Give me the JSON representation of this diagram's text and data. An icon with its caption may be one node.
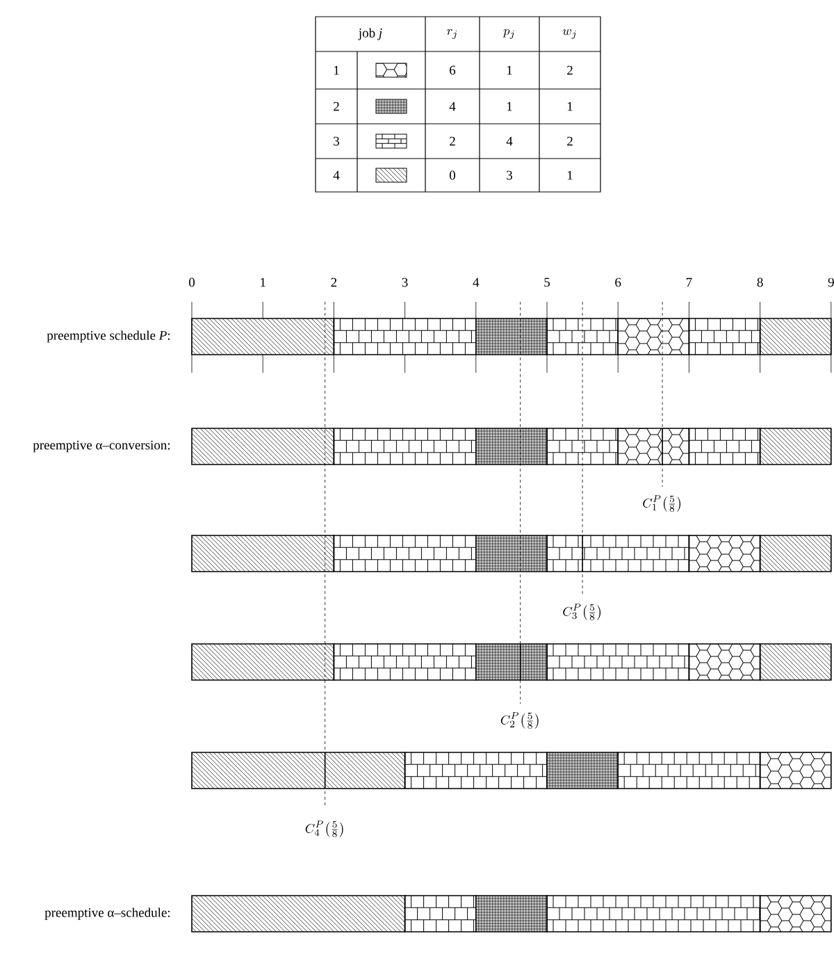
{
  "diagram": {
    "labels": [
      "job *j*",
      "r_j",
      "p_j",
      "w_j",
      "1",
      "6",
      "1",
      "2",
      "2",
      "4",
      "1",
      "1",
      "3",
      "2",
      "4",
      "2",
      "4",
      "0",
      "3",
      "1",
      "0",
      "1",
      "2",
      "3",
      "4",
      "5",
      "6",
      "7",
      "8",
      "9",
      "preemptive schedule *P*:",
      "preemptive α–conversion:",
      "C^P_1\\bigl(\\tfrac{5}{8}\\bigr)",
      "C^P_3\\bigl(\\tfrac{5}{8}\\bigr)",
      "C^P_2\\bigl(\\tfrac{5}{8}\\bigr)",
      "C^P_4\\bigl(\\tfrac{5}{8}\\bigr)",
      "preemptive α–schedule:"
    ]
  }
}
